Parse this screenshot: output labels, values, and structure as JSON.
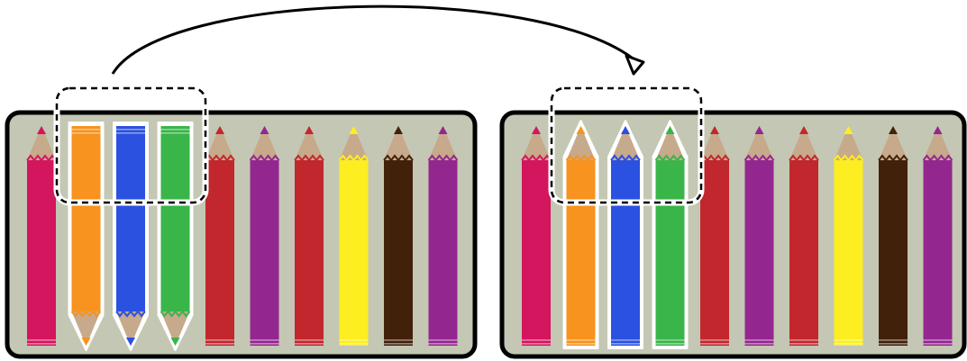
{
  "diagram": {
    "description_free": true,
    "panels": [
      {
        "id": "before",
        "pencils": [
          {
            "body": "#d3165e",
            "tip": "#d3165e",
            "state": "normal"
          },
          {
            "body": "#f7931e",
            "tip": "#f7931e",
            "state": "flipped"
          },
          {
            "body": "#2b51e1",
            "tip": "#2b51e1",
            "state": "flipped"
          },
          {
            "body": "#39b54a",
            "tip": "#39b54a",
            "state": "flipped"
          },
          {
            "body": "#c1272d",
            "tip": "#c1272d",
            "state": "normal"
          },
          {
            "body": "#93278f",
            "tip": "#93278f",
            "state": "normal"
          },
          {
            "body": "#c1272d",
            "tip": "#c1272d",
            "state": "normal"
          },
          {
            "body": "#fcee21",
            "tip": "#fcee21",
            "state": "normal"
          },
          {
            "body": "#42210b",
            "tip": "#42210b",
            "state": "normal"
          },
          {
            "body": "#93278f",
            "tip": "#93278f",
            "state": "normal"
          }
        ]
      },
      {
        "id": "after",
        "pencils": [
          {
            "body": "#d3165e",
            "tip": "#d3165e",
            "state": "normal"
          },
          {
            "body": "#f7931e",
            "tip": "#f7931e",
            "state": "highlighted"
          },
          {
            "body": "#2b51e1",
            "tip": "#2b51e1",
            "state": "highlighted"
          },
          {
            "body": "#39b54a",
            "tip": "#39b54a",
            "state": "highlighted"
          },
          {
            "body": "#c1272d",
            "tip": "#c1272d",
            "state": "normal"
          },
          {
            "body": "#93278f",
            "tip": "#93278f",
            "state": "normal"
          },
          {
            "body": "#c1272d",
            "tip": "#c1272d",
            "state": "normal"
          },
          {
            "body": "#fcee21",
            "tip": "#fcee21",
            "state": "normal"
          },
          {
            "body": "#42210b",
            "tip": "#42210b",
            "state": "normal"
          },
          {
            "body": "#93278f",
            "tip": "#93278f",
            "state": "normal"
          }
        ]
      }
    ],
    "colors": {
      "case_fill": "#c4c7b3",
      "case_stroke": "#000000",
      "wood": "#c7a98c",
      "highlight_stroke": "#ffffff",
      "selection_stroke": "#000000",
      "arrow": "#000000"
    }
  }
}
